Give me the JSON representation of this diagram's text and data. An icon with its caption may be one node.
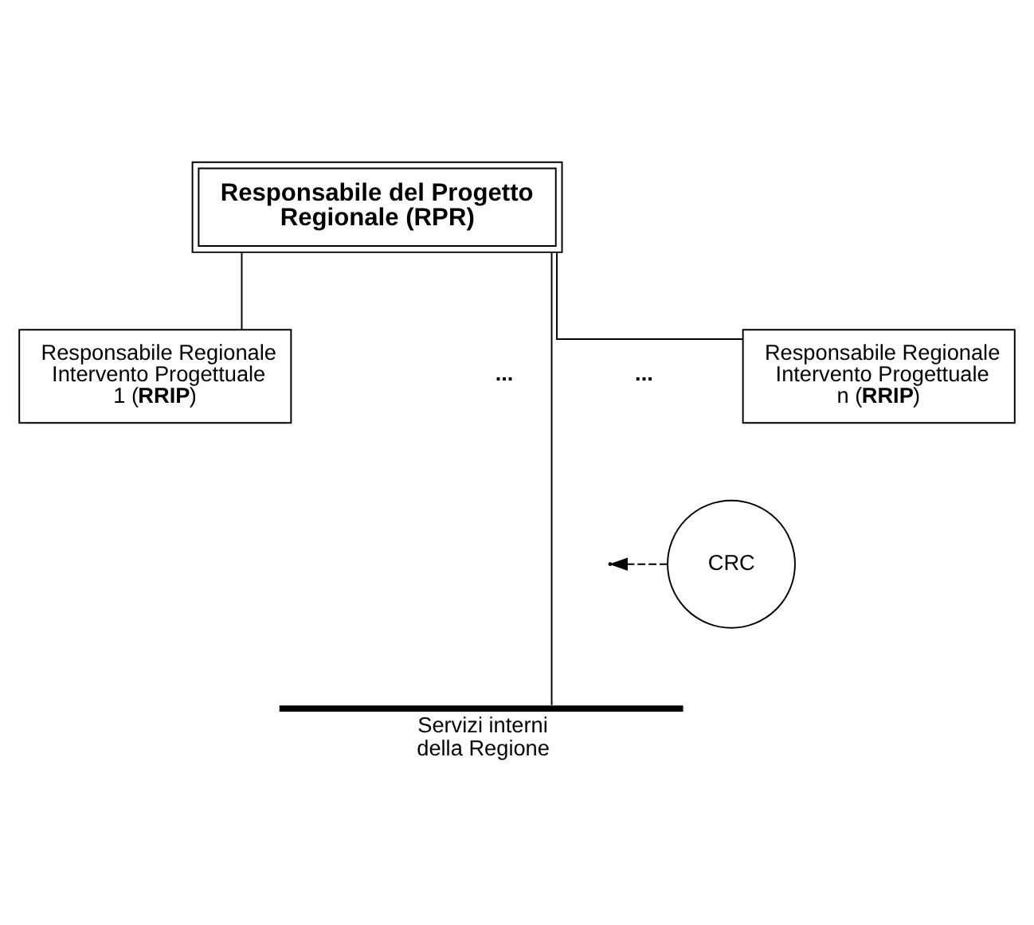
{
  "diagram": {
    "nodes": [
      {
        "text": [
          "Responsabile del Progetto Regionale (RPR)"
        ]
      },
      {
        "text": [
          "Responsabile Regionale Intervento Progettuale 1 (**RRIP**)"
        ]
      },
      {
        "text": [
          "Responsabile Regionale Intervento Progettuale n (**RRIP**)"
        ]
      },
      {
        "text": [
          "CRC"
        ]
      },
      {
        "text": [],
        "shape": "bar",
        "beside": [
          "Servizi interni della Regione"
        ]
      }
    ],
    "edges": [
      {
        "from": 0,
        "to": 1,
        "arrow": "none"
      },
      {
        "from": 0,
        "to": 2,
        "arrow": "none"
      },
      {
        "from": 0,
        "to": 4,
        "arrow": "none"
      },
      {
        "from": 3,
        "to": null,
        "arrow": "to",
        "style": "dashed"
      }
    ],
    "labels": [
      "...",
      "..."
    ]
  }
}
